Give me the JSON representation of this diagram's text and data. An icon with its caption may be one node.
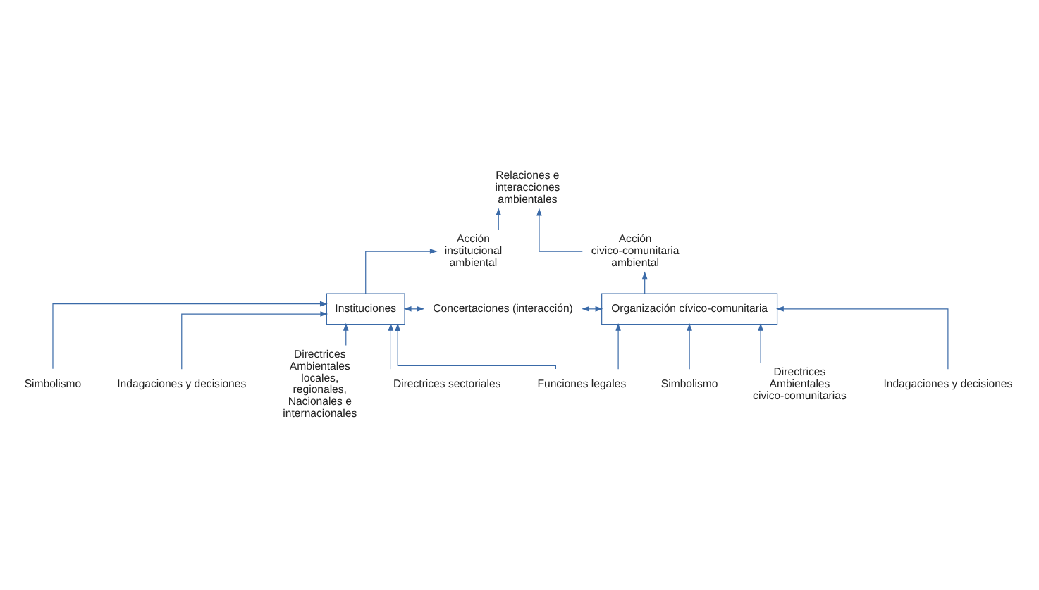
{
  "diagram": {
    "nodes": [
      {
        "text": [
          "Relaciones e interacciones ambientales"
        ]
      },
      {
        "text": [
          "Acción institucional ambiental"
        ]
      },
      {
        "text": [
          "Acción civico-comunitaria ambiental"
        ]
      },
      {
        "text": [
          "Simbolismo"
        ]
      },
      {
        "text": [
          "Indagaciones y decisiones"
        ]
      },
      {
        "text": [
          "Concertaciones (interacción)"
        ]
      },
      {
        "text": [
          "Simbolismo"
        ]
      },
      {
        "text": [
          "Instituciones"
        ]
      },
      {
        "text": [
          "Organización cívico-comunitaria"
        ]
      },
      {
        "text": [
          "Directrices Ambientales locales, regionales, Nacionales e internacionales"
        ]
      },
      {
        "text": [
          "Funciones legales"
        ]
      },
      {
        "text": [
          "Directrices sectoriales"
        ]
      },
      {
        "text": [
          "Directrices Ambientales civico-comunitarias"
        ]
      },
      {
        "text": [
          "Indagaciones y decisiones"
        ]
      }
    ],
    "edges": [
      {
        "from": 1,
        "to": 0,
        "arrow": "to"
      },
      {
        "from": 2,
        "to": 0,
        "arrow": "to"
      },
      {
        "from": 7,
        "to": 1,
        "arrow": "to"
      },
      {
        "from": 8,
        "to": 2,
        "arrow": "to"
      },
      {
        "from": 3,
        "to": 7,
        "arrow": "to"
      },
      {
        "from": 4,
        "to": 7,
        "arrow": "to"
      },
      {
        "from": 9,
        "to": 7,
        "arrow": "to"
      },
      {
        "from": 7,
        "to": 5,
        "arrow": "both"
      },
      {
        "from": 5,
        "to": 8,
        "arrow": "both"
      },
      {
        "from": 6,
        "to": 8,
        "arrow": "to"
      },
      {
        "from": 10,
        "to": 7,
        "arrow": "to"
      },
      {
        "from": 11,
        "to": 7,
        "arrow": "to"
      },
      {
        "from": 10,
        "to": 8,
        "arrow": "to"
      },
      {
        "from": 12,
        "to": 8,
        "arrow": "to"
      },
      {
        "from": 13,
        "to": 8,
        "arrow": "to"
      }
    ]
  }
}
